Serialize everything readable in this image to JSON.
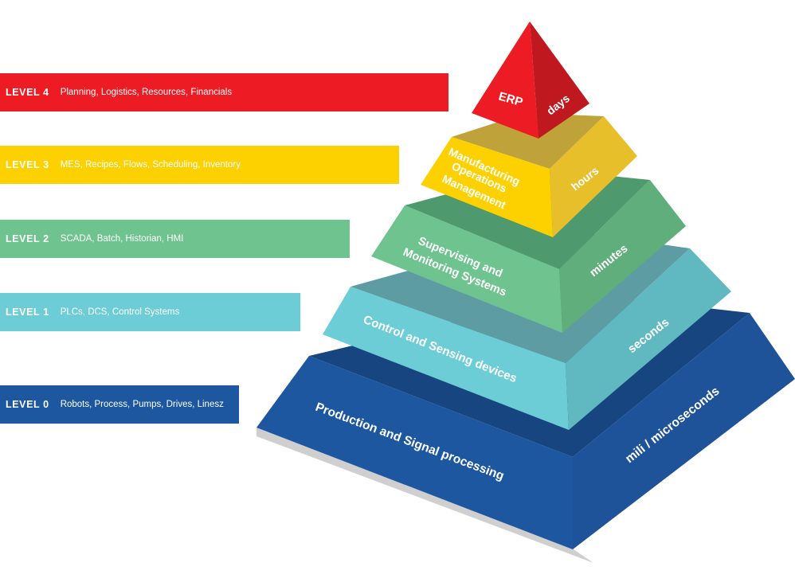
{
  "levels": [
    {
      "level": "LEVEL 4",
      "desc": "Planning, Logistics, Resources, Financials",
      "color": "#ed1c24"
    },
    {
      "level": "LEVEL 3",
      "desc": "MES, Recipes, Flows, Scheduling, Inventory",
      "color": "#fdd000"
    },
    {
      "level": "LEVEL 2",
      "desc": "SCADA, Batch, Historian, HMI",
      "color": "#6fc38f"
    },
    {
      "level": "LEVEL 1",
      "desc": "PLCs, DCS, Control Systems",
      "color": "#6ccdd6"
    },
    {
      "level": "LEVEL 0",
      "desc": "Robots, Process, Pumps, Drives, Linesz",
      "color": "#1c57a0"
    }
  ],
  "pyramid": {
    "tier4": {
      "name": "ERP",
      "time": "days"
    },
    "tier3": {
      "name_line1": "Manufacturing",
      "name_line2": "Operations",
      "name_line3": "Management",
      "time": "hours"
    },
    "tier2": {
      "name_line1": "Supervising and",
      "name_line2": "Monitoring Systems",
      "time": "minutes"
    },
    "tier1": {
      "name": "Control and Sensing devices",
      "time": "seconds"
    },
    "tier0": {
      "name": "Production and Signal processing",
      "time": "mili / microseconds"
    }
  }
}
